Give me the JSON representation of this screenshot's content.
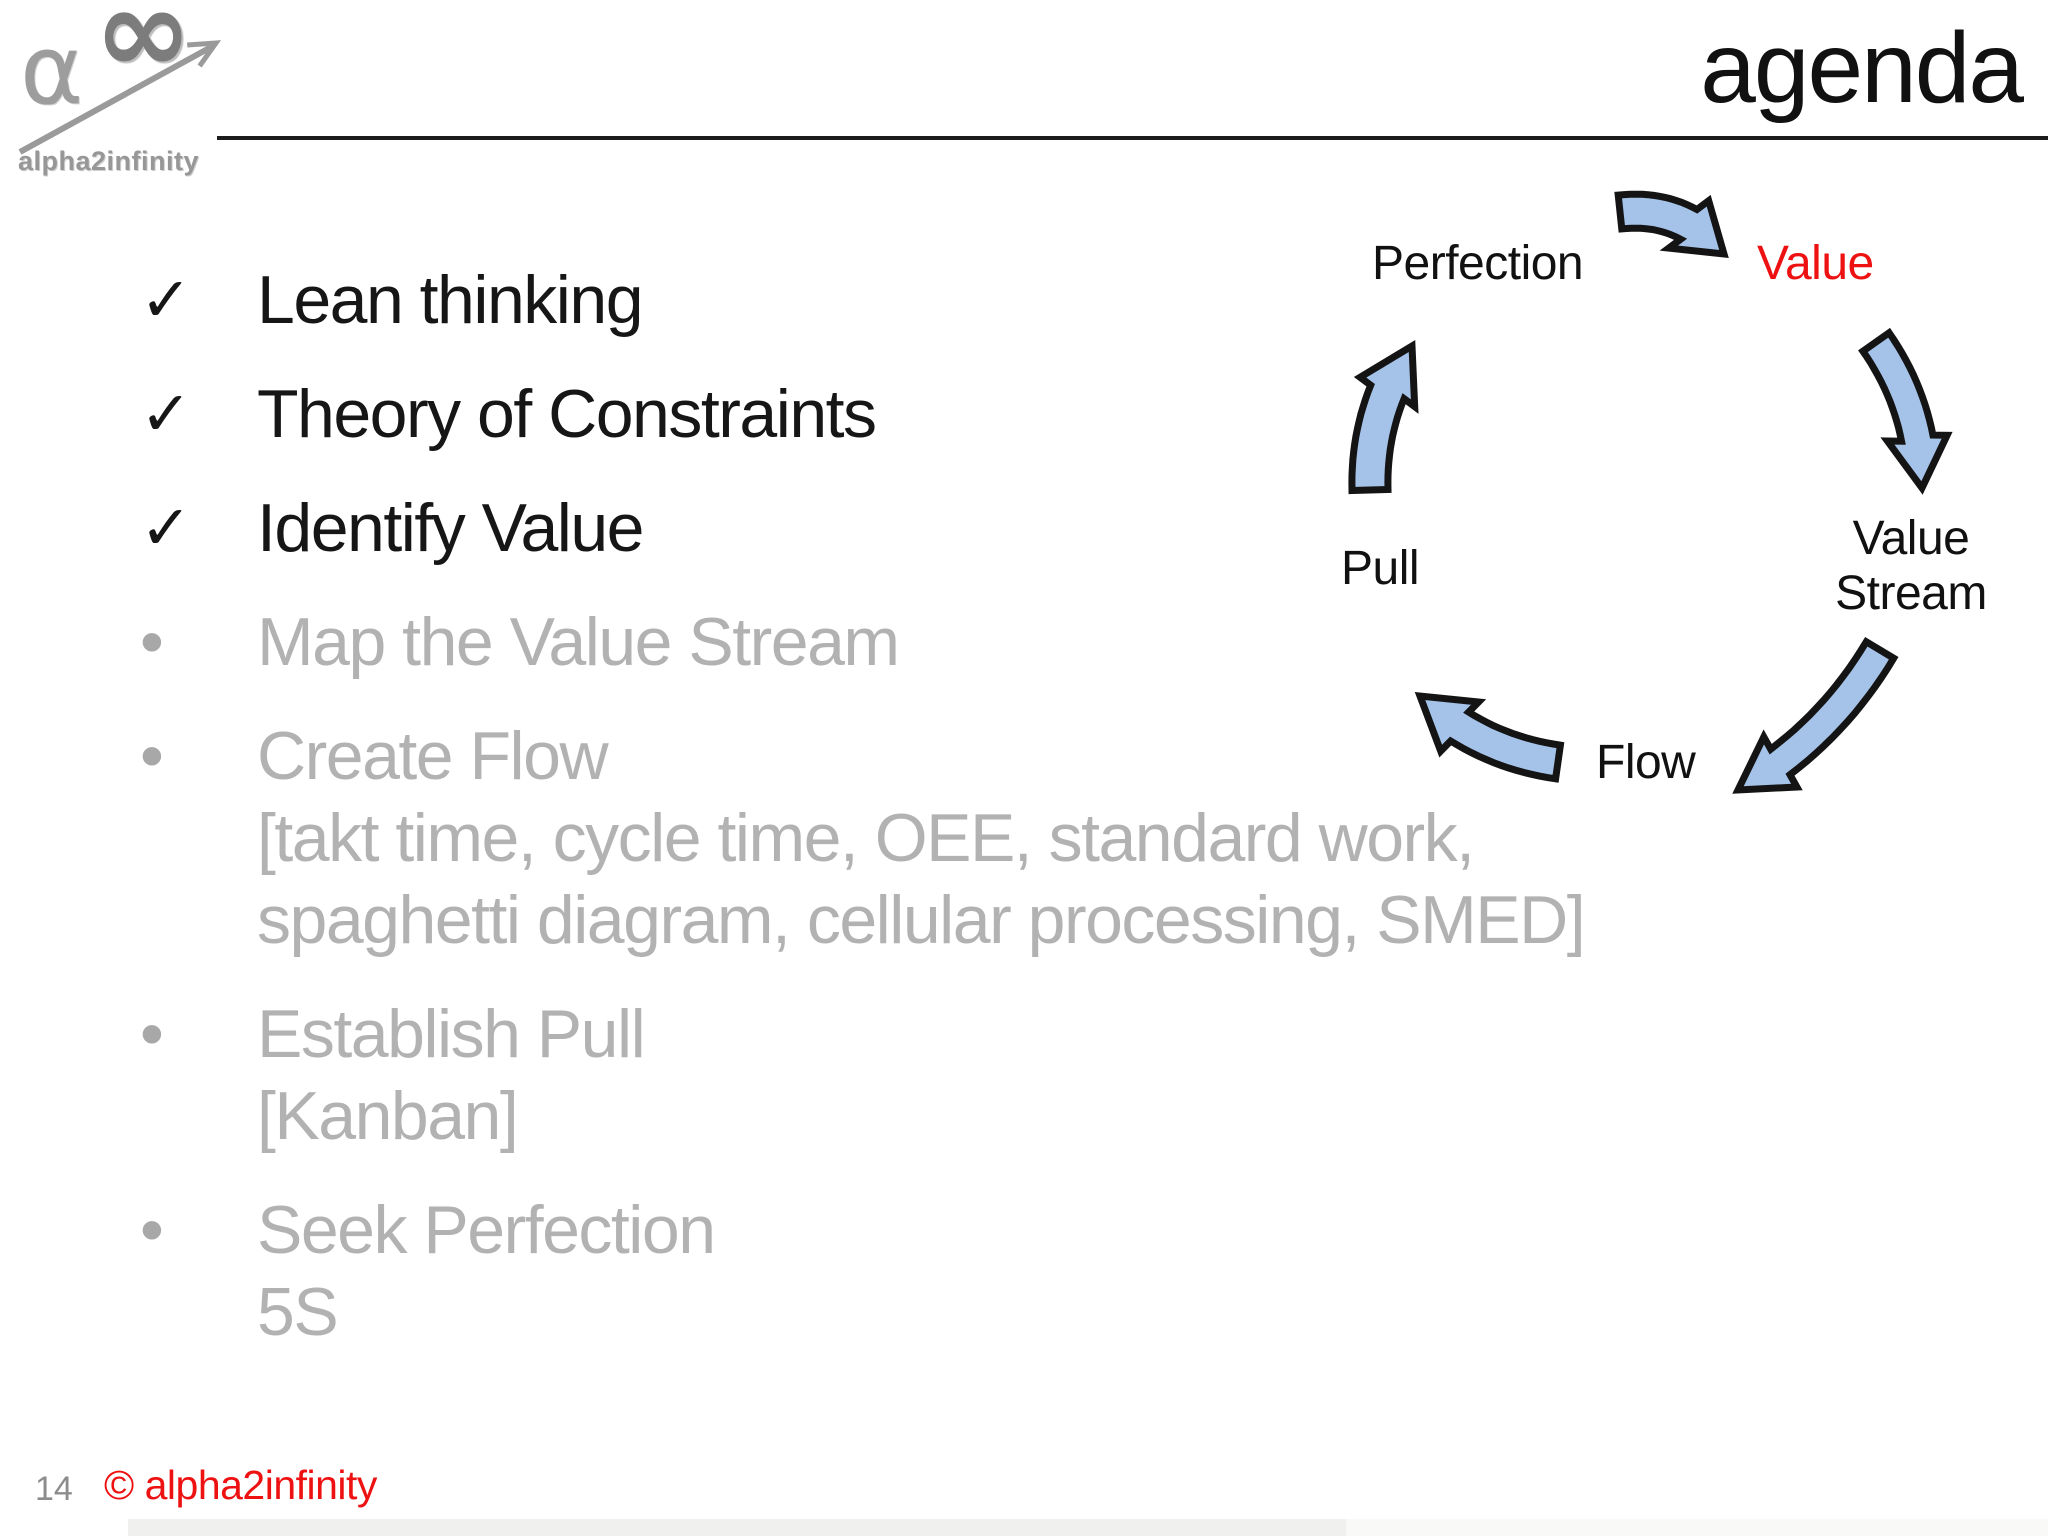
{
  "slide": {
    "title": "agenda",
    "page_number": "14",
    "copyright": "© alpha2infinity",
    "logo": {
      "alpha_glyph": "α",
      "infinity_glyph": "∞",
      "brand": "alpha2infinity"
    },
    "colors": {
      "accent_red": "#ee1111",
      "arrow_fill": "#a5c3e9",
      "arrow_stroke": "#141414",
      "done_text": "#161616",
      "todo_text": "#b2b2b2"
    },
    "markers": {
      "check_glyph": "✓",
      "bullet_glyph": "•"
    }
  },
  "agenda": {
    "items": [
      {
        "state": "done",
        "lines": [
          "Lean thinking"
        ]
      },
      {
        "state": "done",
        "lines": [
          "Theory of Constraints"
        ]
      },
      {
        "state": "done",
        "lines": [
          "Identify Value"
        ]
      },
      {
        "state": "todo",
        "lines": [
          "Map the Value Stream"
        ]
      },
      {
        "state": "todo",
        "lines": [
          "Create Flow",
          "[takt time, cycle time, OEE, standard work,",
          "spaghetti diagram, cellular processing, SMED]"
        ]
      },
      {
        "state": "todo",
        "lines": [
          "Establish Pull",
          "[Kanban]"
        ]
      },
      {
        "state": "todo",
        "lines": [
          "Seek Perfection",
          "5S"
        ]
      }
    ]
  },
  "diagram": {
    "steps": [
      {
        "id": "perfection",
        "lines": [
          "Perfection"
        ],
        "highlighted": false
      },
      {
        "id": "value",
        "lines": [
          "Value"
        ],
        "highlighted": true
      },
      {
        "id": "value-stream",
        "lines": [
          "Value",
          "Stream"
        ],
        "highlighted": false
      },
      {
        "id": "flow",
        "lines": [
          "Flow"
        ],
        "highlighted": false
      },
      {
        "id": "pull",
        "lines": [
          "Pull"
        ],
        "highlighted": false
      }
    ],
    "arrows": [
      {
        "from": "perfection",
        "to": "value"
      },
      {
        "from": "value",
        "to": "value-stream"
      },
      {
        "from": "value-stream",
        "to": "flow"
      },
      {
        "from": "flow",
        "to": "pull"
      },
      {
        "from": "pull",
        "to": "perfection"
      }
    ]
  }
}
